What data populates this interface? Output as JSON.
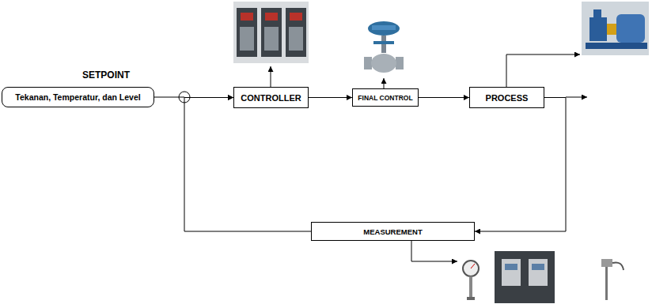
{
  "diagram": {
    "nodes": [
      {
        "text": [
          "Tekanan, Temperatur, dan Level"
        ]
      },
      {
        "text": [
          "CONTROLLER"
        ]
      },
      {
        "text": [
          "FINAL CONTROL"
        ]
      },
      {
        "text": [
          "PROCESS"
        ]
      },
      {
        "text": [
          "MEASUREMENT"
        ]
      }
    ],
    "edges": [
      {
        "from": 0,
        "to": 1,
        "arrow": "to"
      },
      {
        "from": 1,
        "to": 2,
        "arrow": "to"
      },
      {
        "from": 2,
        "to": 3,
        "arrow": "to"
      },
      {
        "from": 3,
        "to": 4,
        "arrow": "to"
      },
      {
        "from": 4,
        "to": 1,
        "arrow": "to"
      }
    ],
    "labels": [
      "SETPOINT"
    ]
  }
}
